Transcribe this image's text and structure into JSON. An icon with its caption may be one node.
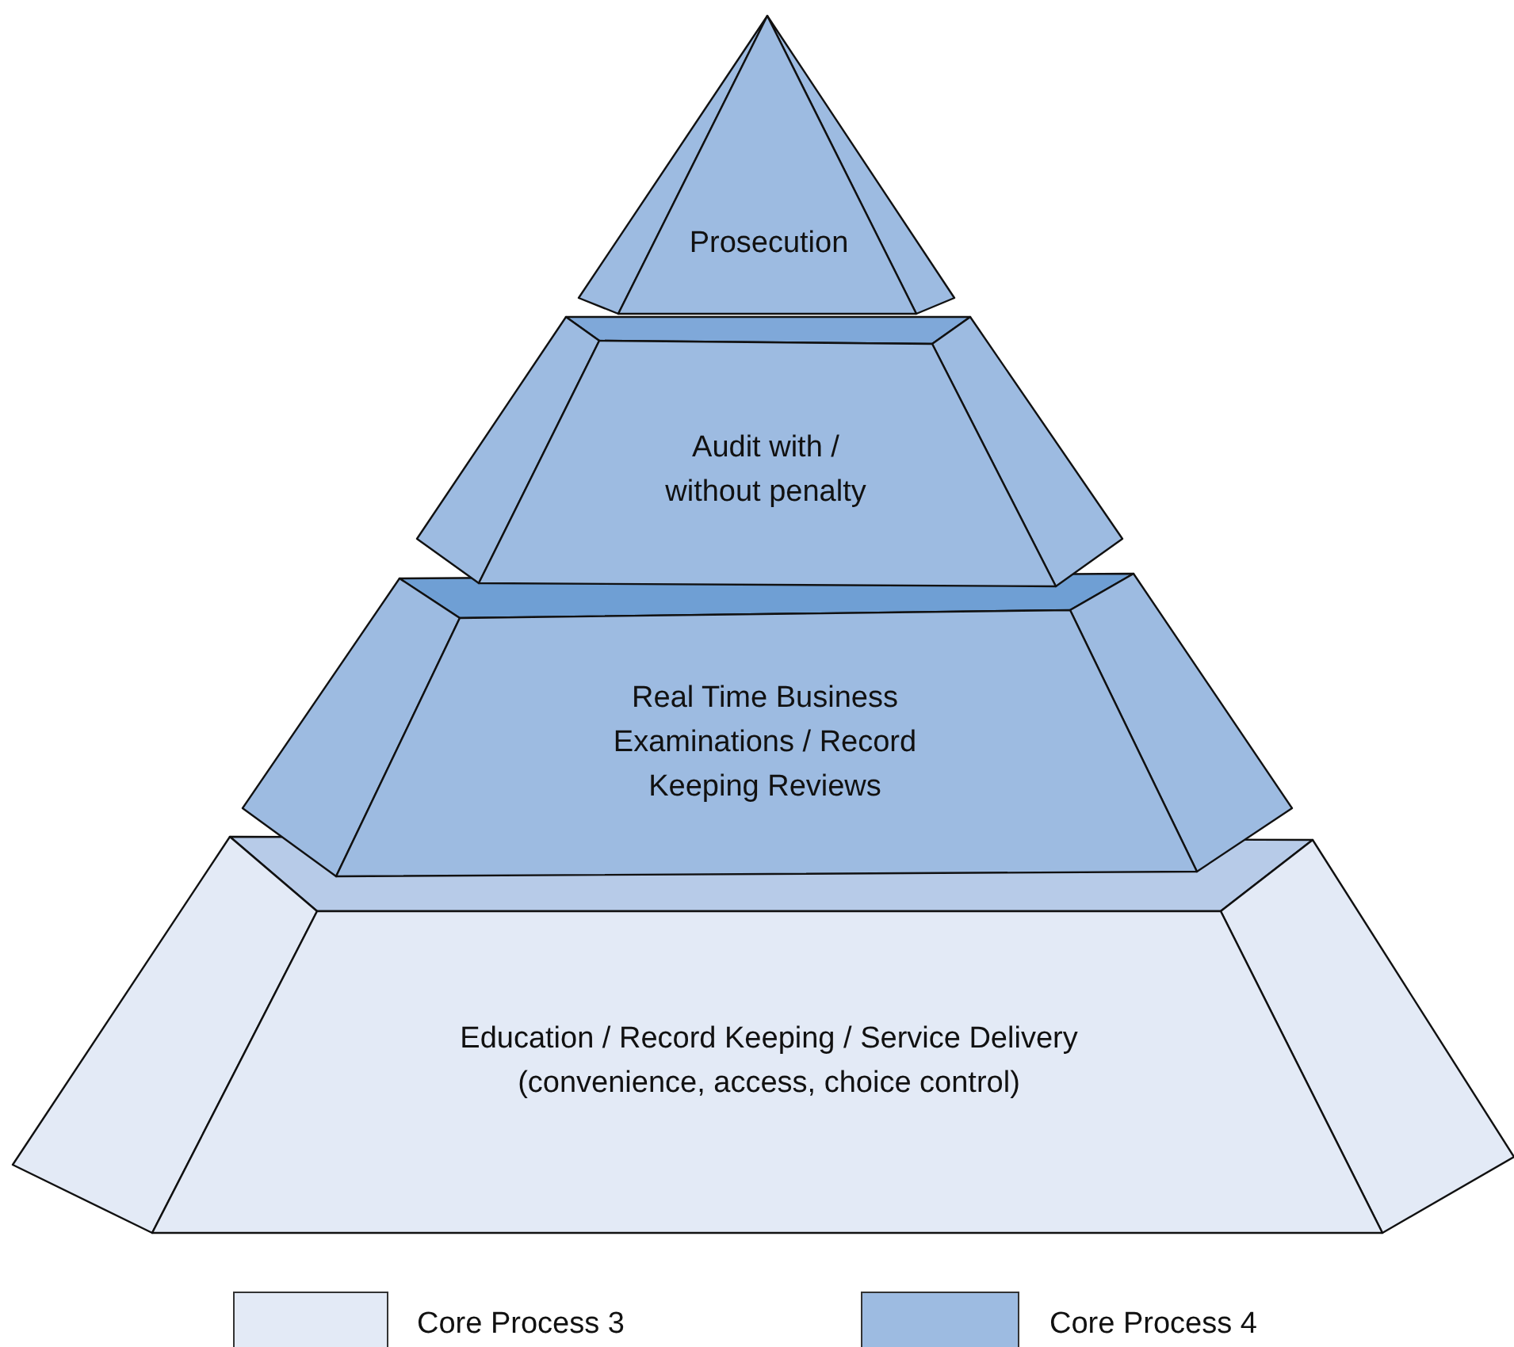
{
  "diagram": {
    "nodes": [
      {
        "text": [
          "Prosecution"
        ]
      },
      {
        "text": [
          "Audit with / without penalty"
        ]
      },
      {
        "text": [
          "Real Time Business Examinations / Record Keeping Reviews"
        ]
      },
      {
        "text": [
          "Education / Record Keeping / Service Delivery (convenience, access, choice control)"
        ]
      }
    ],
    "legend": [
      {
        "text": "Core Process 3",
        "color": "#e3eaf6"
      },
      {
        "text": "Core Process 4",
        "color": "#9dbbe1"
      }
    ]
  }
}
